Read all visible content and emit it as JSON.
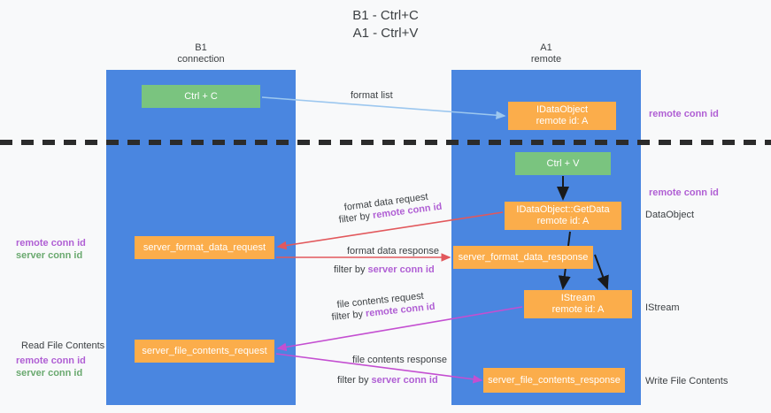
{
  "title": "B1 - Ctrl+C\nA1 - Ctrl+V",
  "columns": [
    {
      "name": "B1",
      "role": "connection",
      "label": "B1\nconnection"
    },
    {
      "name": "A1",
      "role": "remote",
      "label": "A1\nremote"
    }
  ],
  "colors": {
    "lane": "#4a86e0",
    "green_box": "#7ac47f",
    "orange_box": "#fbad4b",
    "purple_text": "#b05fd4",
    "green_text": "#6aa96f",
    "arrow_blue": "#9cc7ef",
    "arrow_red": "#e2585c",
    "arrow_magenta": "#c44fd1",
    "arrow_black": "#1a1a1a",
    "divider": "#2b2b2b",
    "background": "#f8f9fa"
  },
  "boxes": {
    "ctrl_c": {
      "line1": "Ctrl + C",
      "line2": ""
    },
    "idataobject": {
      "line1": "IDataObject",
      "line2": "remote id: A"
    },
    "ctrl_v": {
      "line1": "Ctrl + V",
      "line2": ""
    },
    "getdata": {
      "line1": "IDataObject::GetData",
      "line2": "remote id: A"
    },
    "server_format_data_request": {
      "line1": "server_format_data_request",
      "line2": ""
    },
    "server_format_data_response": {
      "line1": "server_format_data_response",
      "line2": ""
    },
    "istream": {
      "line1": "IStream",
      "line2": "remote id: A"
    },
    "server_file_contents_request": {
      "line1": "server_file_contents_request",
      "line2": ""
    },
    "server_file_contents_response": {
      "line1": "server_file_contents_response",
      "line2": ""
    }
  },
  "edges": {
    "format_list": "format list",
    "format_data_request": "format data request",
    "format_data_request_filter_prefix": "filter by ",
    "format_data_request_filter_key": "remote conn id",
    "format_data_response": "format data response",
    "format_data_response_filter_prefix": "filter by ",
    "format_data_response_filter_key": "server conn id",
    "file_contents_request": "file contents request",
    "file_contents_request_filter_prefix": "filter by ",
    "file_contents_request_filter_key": "remote conn id",
    "file_contents_response": "file contents response",
    "file_contents_response_filter_prefix": "filter by ",
    "file_contents_response_filter_key": "server conn id"
  },
  "annotations": {
    "right_remote_conn_id_top": "remote conn id",
    "right_remote_conn_id_mid": "remote conn id",
    "right_dataobject": "DataObject",
    "right_istream": "IStream",
    "right_write_file_contents": "Write File Contents",
    "left_remote_conn_id_mid": "remote conn id",
    "left_server_conn_id_mid": "server conn id",
    "left_read_file_contents": "Read File Contents",
    "left_remote_conn_id_bottom": "remote conn id",
    "left_server_conn_id_bottom": "server conn id"
  }
}
